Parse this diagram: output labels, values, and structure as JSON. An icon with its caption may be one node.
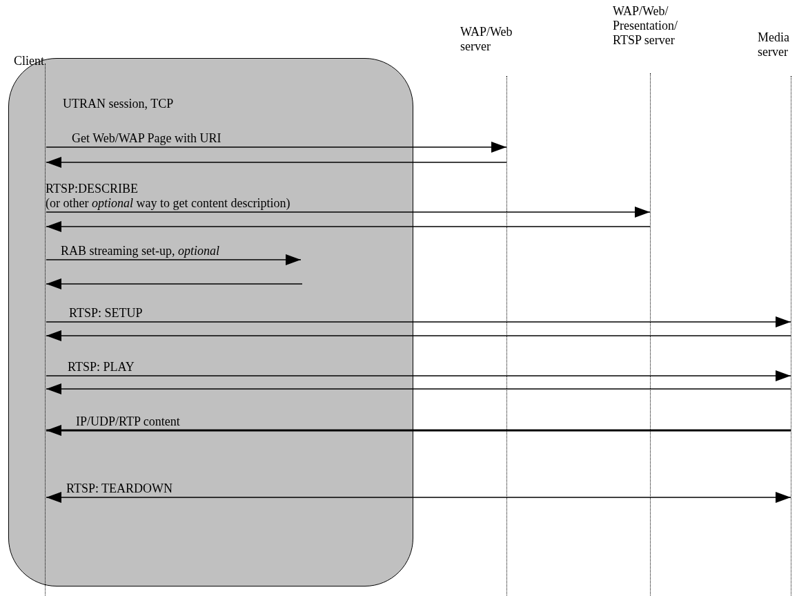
{
  "diagram": {
    "nodes": [
      {
        "text": [
          "Client"
        ]
      },
      {
        "text": [
          "WAP/Web server"
        ]
      },
      {
        "text": [
          "WAP/Web/ Presentation/ RTSP server"
        ]
      },
      {
        "text": [
          "Media server"
        ]
      },
      {
        "text": [],
        "shape": "line"
      },
      {
        "text": [],
        "shape": "line"
      },
      {
        "text": [],
        "shape": "line"
      },
      {
        "text": [],
        "shape": "line"
      }
    ],
    "edges": [
      {
        "from": 4,
        "to": 5,
        "arrow": "to",
        "label": "Get Web/WAP Page with URI"
      },
      {
        "from": 5,
        "to": 4,
        "arrow": "to"
      },
      {
        "from": 4,
        "to": 6,
        "arrow": "to",
        "label": "RTSP:DESCRIBE (or other *optional* way to get content description)"
      },
      {
        "from": 6,
        "to": 4,
        "arrow": "to"
      },
      {
        "from": 4,
        "to": null,
        "arrow": "to",
        "label": "RAB streaming set-up, *optional*"
      },
      {
        "from": null,
        "to": 4,
        "arrow": "to"
      },
      {
        "from": 4,
        "to": 7,
        "arrow": "to",
        "label": "RTSP: SETUP"
      },
      {
        "from": 7,
        "to": 4,
        "arrow": "to"
      },
      {
        "from": 4,
        "to": 7,
        "arrow": "to",
        "label": "RTSP: PLAY"
      },
      {
        "from": 7,
        "to": 4,
        "arrow": "to"
      },
      {
        "from": 7,
        "to": 4,
        "arrow": "to",
        "style": "thick",
        "label": "IP/UDP/RTP content"
      },
      {
        "from": 4,
        "to": 7,
        "arrow": "both",
        "label": "RTSP: TEARDOWN"
      }
    ],
    "labels": [
      "UTRAN session, TCP"
    ]
  }
}
